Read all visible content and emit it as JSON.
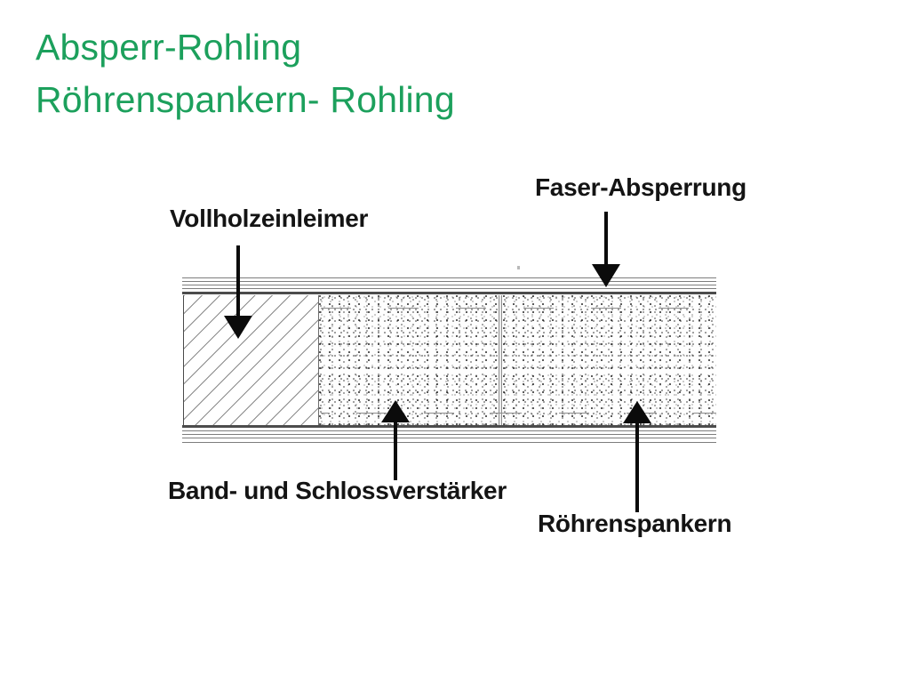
{
  "title": {
    "line1": "Absperr-Rohling",
    "line2": "Röhrenspankern- Rohling",
    "color": "#1CA05C"
  },
  "diagram": {
    "labels": {
      "vollholzeinleimer": "Vollholzeinleimer",
      "faser_absperrung": "Faser-Absperrung",
      "band_schloss": "Band- und Schlossverstärker",
      "roehrenspankern": "Röhrenspankern"
    },
    "colors": {
      "label_text": "#141414",
      "arrow": "#0b0b0b",
      "layer_line": "#7d7d7d",
      "layer_line_dark": "#4c4c4c",
      "hatch_line": "#8a8a8a"
    }
  }
}
